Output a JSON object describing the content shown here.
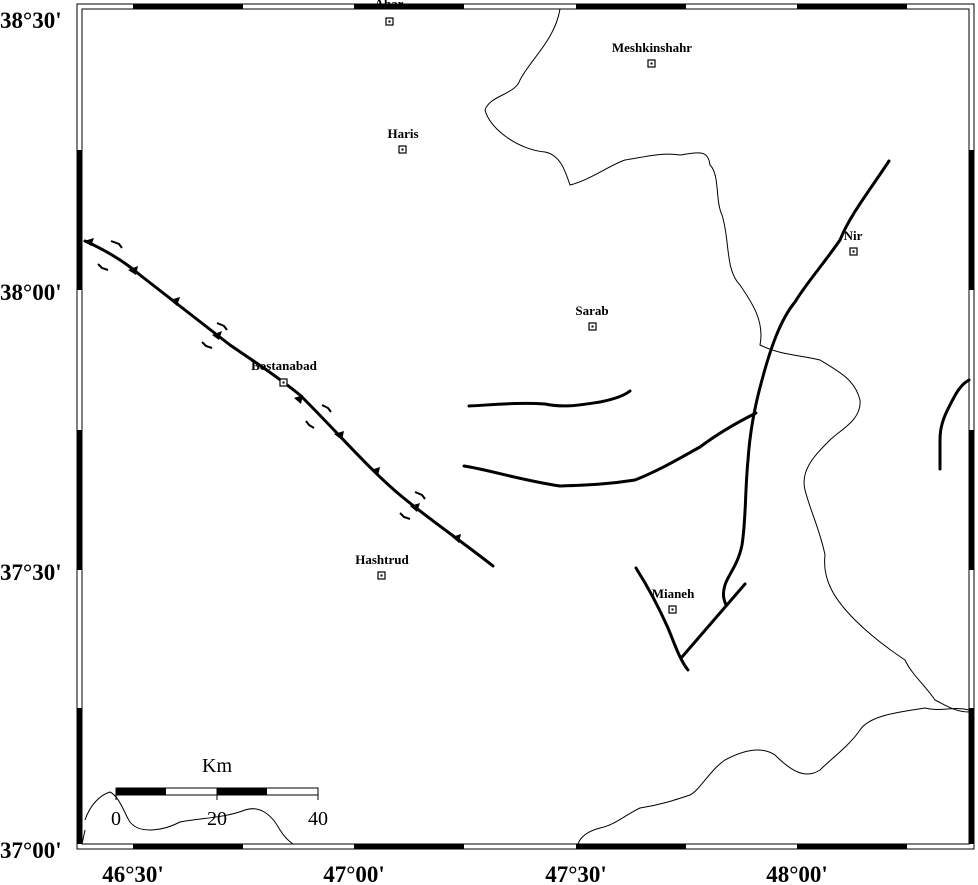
{
  "lat_ticks": [
    "38°30'",
    "38°00'",
    "37°30'",
    "37°00'"
  ],
  "lon_ticks": [
    "46°30'",
    "47°00'",
    "47°30'",
    "48°00'"
  ],
  "cities": [
    {
      "id": "ahar",
      "name": "Ahar"
    },
    {
      "id": "meshkinshahr",
      "name": "Meshkinshahr"
    },
    {
      "id": "haris",
      "name": "Haris"
    },
    {
      "id": "nir",
      "name": "Nir"
    },
    {
      "id": "sarab",
      "name": "Sarab"
    },
    {
      "id": "bostanabad",
      "name": "Bostanabad"
    },
    {
      "id": "hashtrud",
      "name": "Hashtrud"
    },
    {
      "id": "mianeh",
      "name": "Mianeh"
    }
  ],
  "scale_bar": {
    "unit": "Km",
    "labels": [
      "0",
      "20",
      "40"
    ]
  },
  "colors": {
    "ink": "#000000",
    "paper": "#ffffff"
  }
}
